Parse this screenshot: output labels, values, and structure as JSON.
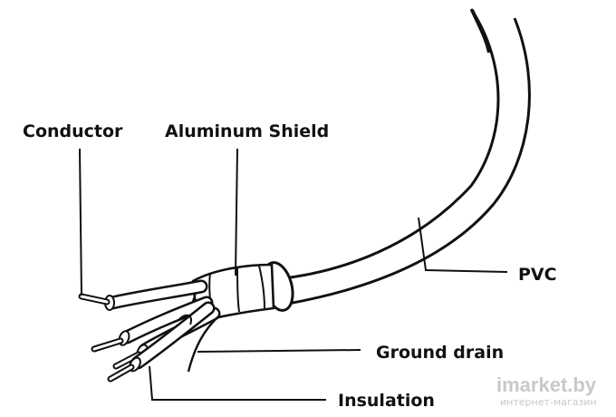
{
  "diagram": {
    "labels": {
      "conductor": "Conductor",
      "aluminum_shield": "Aluminum Shield",
      "pvc": "PVC",
      "ground_drain": "Ground drain",
      "insulation": "Insulation"
    }
  },
  "watermark": {
    "brand_prefix": "i",
    "brand_main": "market",
    "brand_suffix": ".by",
    "tagline": "интернет-магазин"
  },
  "colors": {
    "line": "#111111",
    "fill": "#ffffff",
    "watermark": "#c9c9c9"
  }
}
